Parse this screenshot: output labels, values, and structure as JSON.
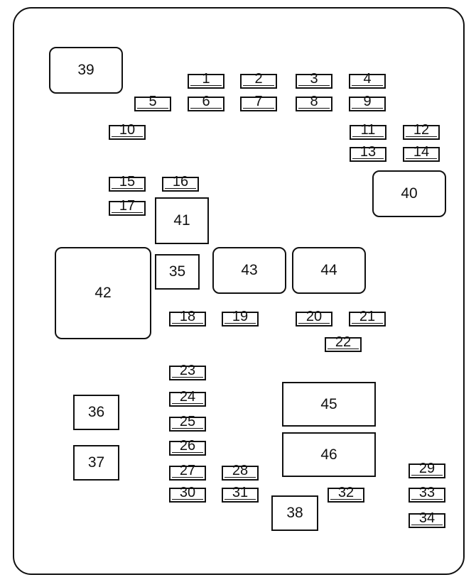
{
  "diagram": {
    "fuses": {
      "f1": "1",
      "f2": "2",
      "f3": "3",
      "f4": "4",
      "f5": "5",
      "f6": "6",
      "f7": "7",
      "f8": "8",
      "f9": "9",
      "f10": "10",
      "f11": "11",
      "f12": "12",
      "f13": "13",
      "f14": "14",
      "f15": "15",
      "f16": "16",
      "f17": "17",
      "f18": "18",
      "f19": "19",
      "f20": "20",
      "f21": "21",
      "f22": "22",
      "f23": "23",
      "f24": "24",
      "f25": "25",
      "f26": "26",
      "f27": "27",
      "f28": "28",
      "f29": "29",
      "f30": "30",
      "f31": "31",
      "f32": "32",
      "f33": "33",
      "f34": "34"
    },
    "relays": {
      "r35": "35",
      "r36": "36",
      "r37": "37",
      "r38": "38",
      "r39": "39",
      "r40": "40",
      "r41": "41",
      "r42": "42",
      "r43": "43",
      "r44": "44",
      "r45": "45",
      "r46": "46"
    }
  }
}
